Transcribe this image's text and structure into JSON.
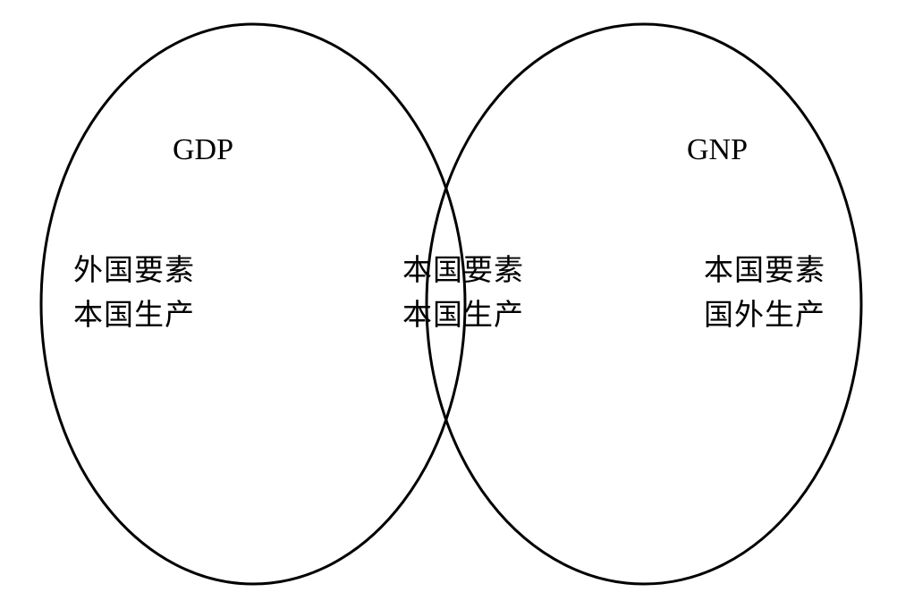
{
  "sets": {
    "left": {
      "label": "GDP"
    },
    "right": {
      "label": "GNP"
    }
  },
  "regions": {
    "left_only": {
      "line1": "外国要素",
      "line2": "本国生产"
    },
    "overlap": {
      "line1": "本国要素",
      "line2": "本国生产"
    },
    "right_only": {
      "line1": "本国要素",
      "line2": "国外生产"
    }
  },
  "colors": {
    "stroke": "#000000",
    "background": "#ffffff"
  }
}
